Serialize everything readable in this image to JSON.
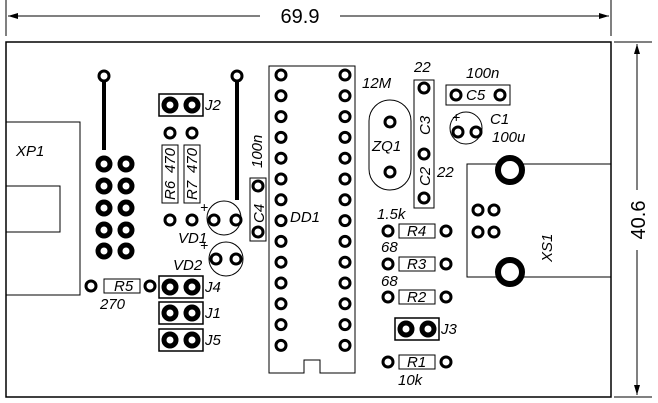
{
  "dimensions": {
    "width": "69.9",
    "height": "40.6"
  },
  "labels": {
    "xp1": "XP1",
    "j2": "J2",
    "r6": "R6",
    "r6_val": "470",
    "r7": "R7",
    "r7_val": "470",
    "c4_val": "100n",
    "c4": "C4",
    "vd1": "VD1",
    "vd2": "VD2",
    "r5": "R5",
    "r5_val": "270",
    "j4": "J4",
    "j1": "J1",
    "j5": "J5",
    "dd1": "DD1",
    "zq1_val": "12M",
    "zq1": "ZQ1",
    "c3_val": "22",
    "c3": "C3",
    "c2": "C2",
    "c2_val": "22",
    "c5_val": "100n",
    "c5": "C5",
    "c1": "C1",
    "c1_val": "100u",
    "plus": "+",
    "r4_val": "1.5k",
    "r4": "R4",
    "r3_val": "68",
    "r3": "R3",
    "r2_val": "68",
    "r2": "R2",
    "j3": "J3",
    "r1": "R1",
    "r1_val": "10k",
    "xs1": "XS1"
  }
}
